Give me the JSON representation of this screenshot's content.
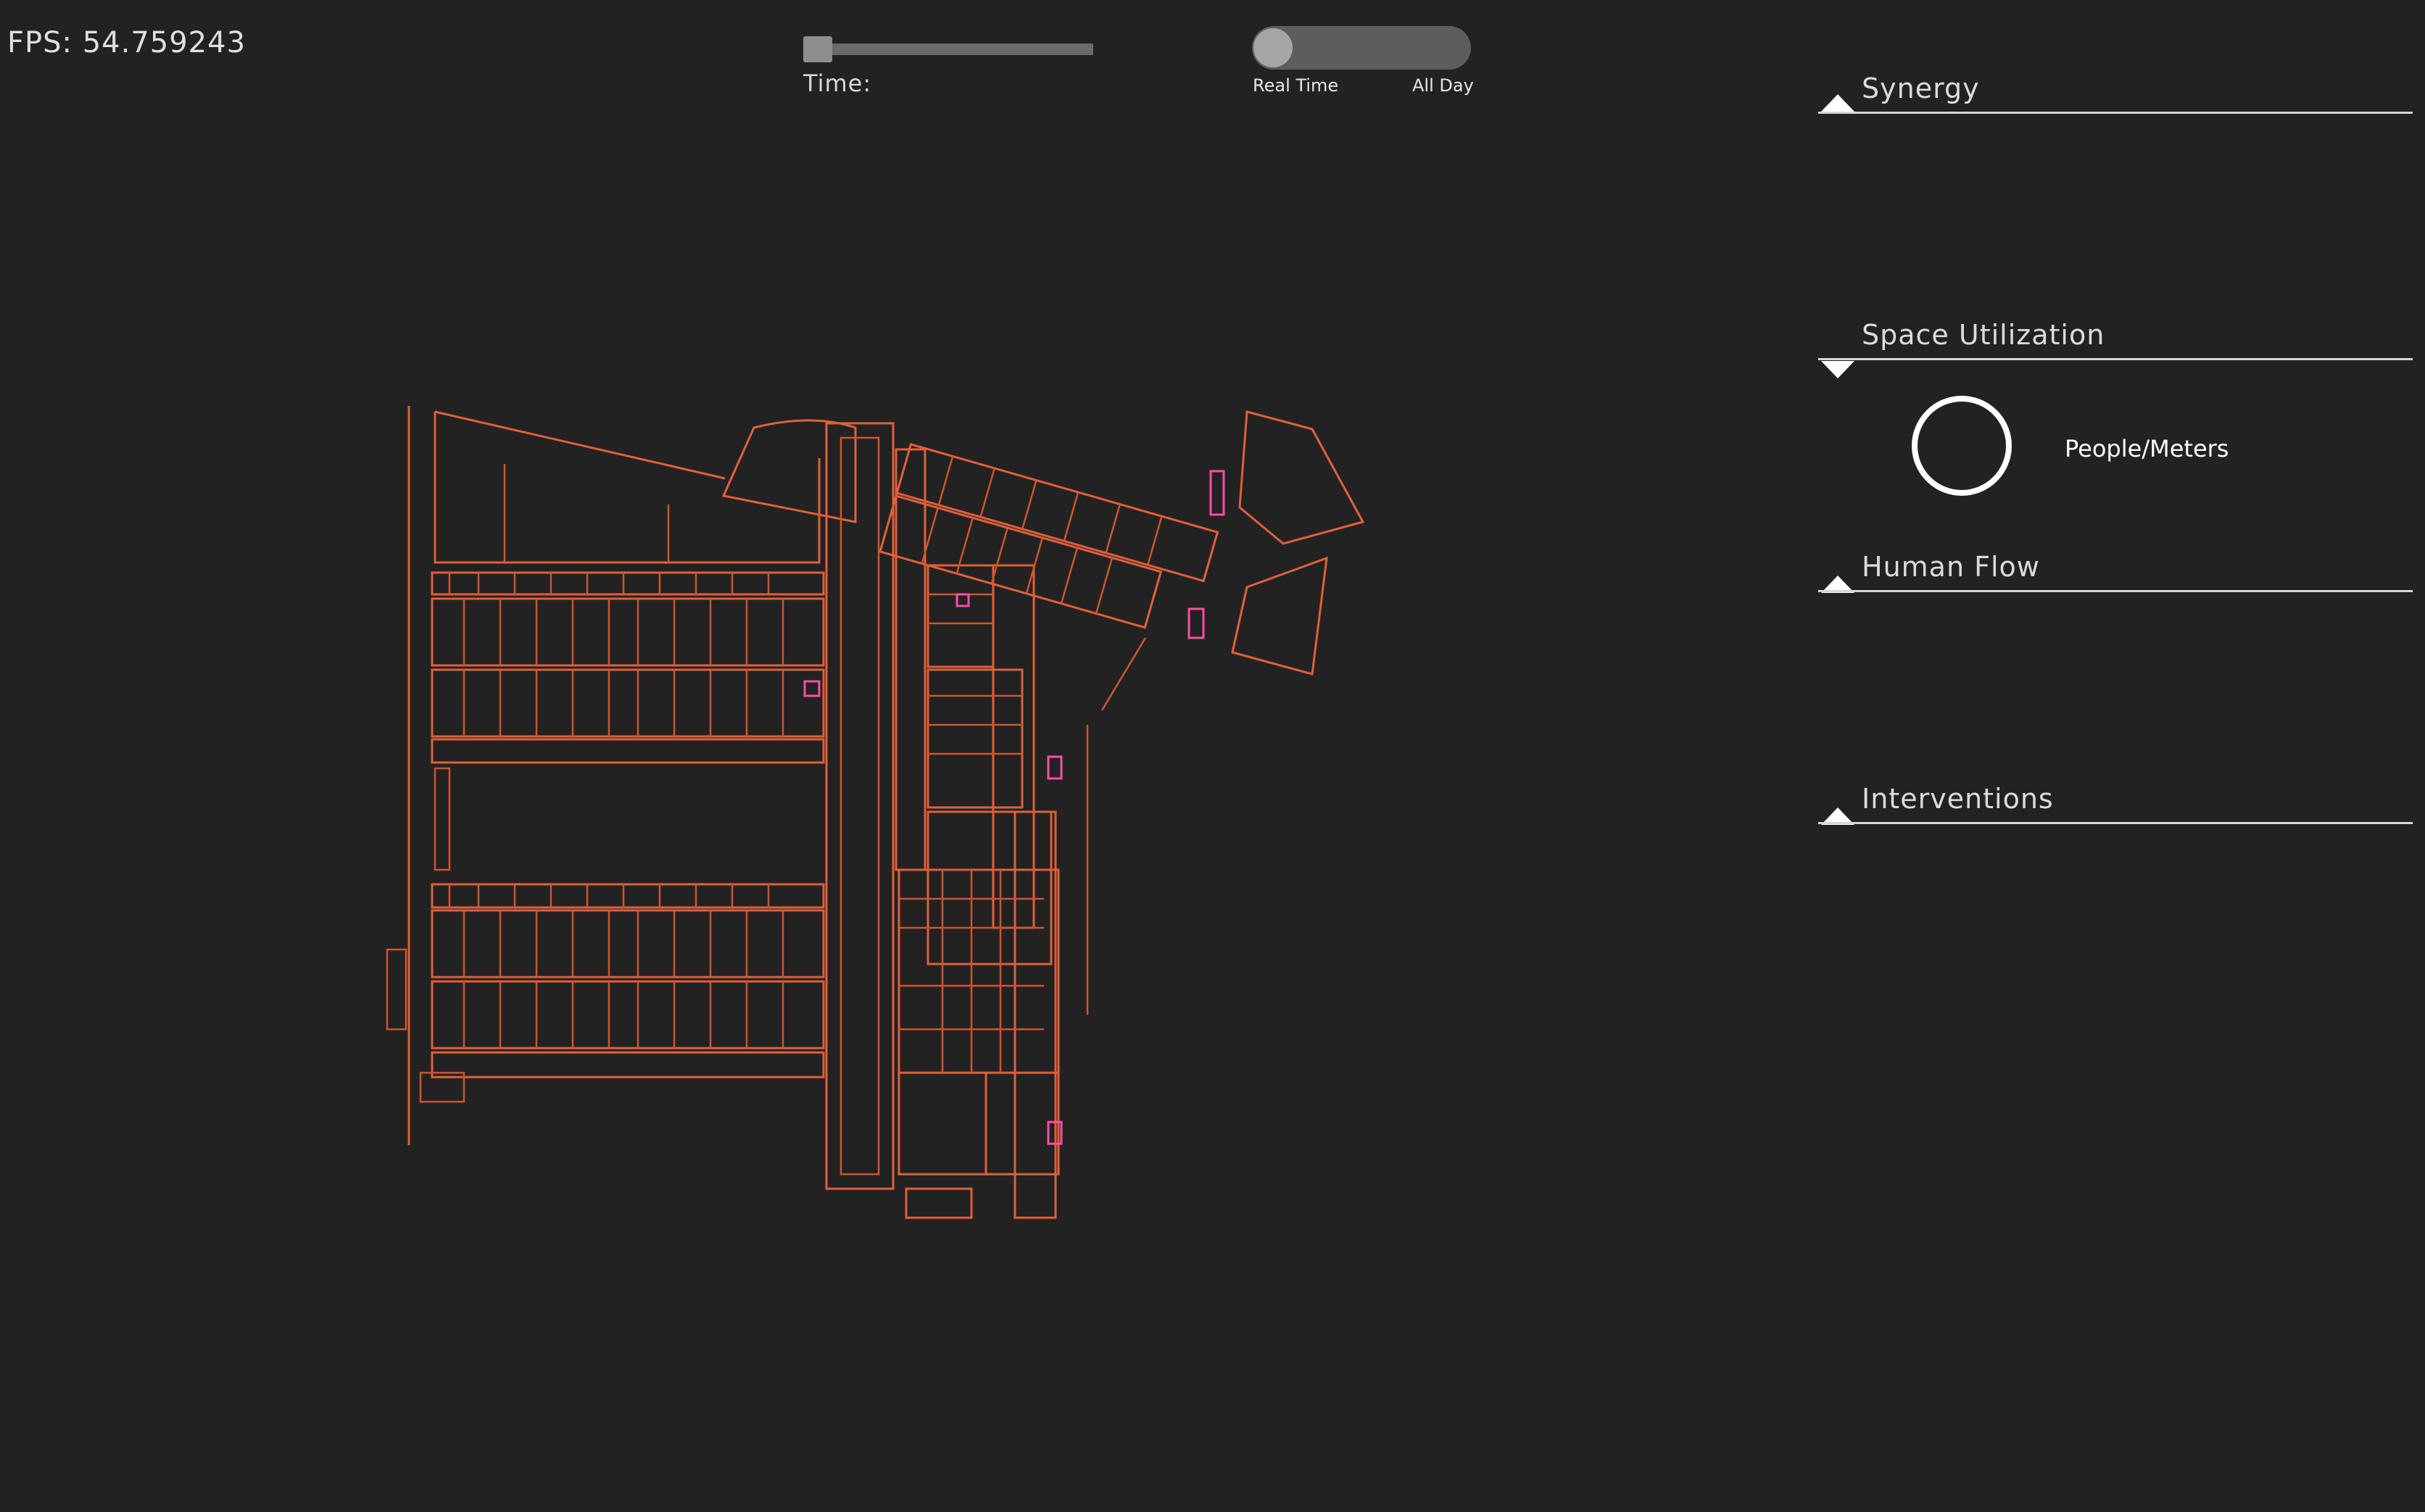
{
  "fps": {
    "label": "FPS: 54.759243"
  },
  "time": {
    "label": "Time:",
    "value": 0
  },
  "mode_toggle": {
    "left_label": "Real Time",
    "right_label": "All Day",
    "selected": "Real Time"
  },
  "panels": [
    {
      "title": "Synergy",
      "arrow": "collapse-arrow-up"
    },
    {
      "title": "Space Utilization",
      "arrow": "expand-arrow-down"
    },
    {
      "title": "Human Flow",
      "arrow": "collapse-arrow-up"
    },
    {
      "title": "Interventions",
      "arrow": "collapse-arrow-up"
    }
  ],
  "space_utilization": {
    "metric_label": "People/Meters",
    "metric_icon": "ring-icon"
  },
  "colors": {
    "background": "#222222",
    "floorplan": "#e0603a",
    "accent": "#ff4da6"
  }
}
